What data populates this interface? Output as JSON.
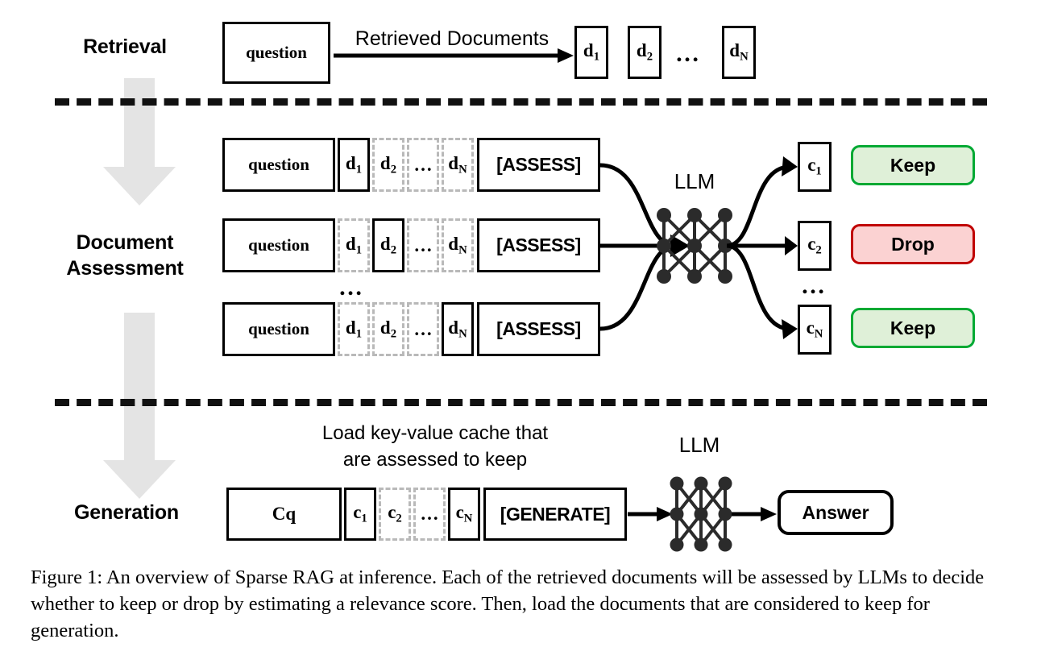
{
  "figure": {
    "caption": "Figure 1: An overview of Sparse RAG at inference. Each of the retrieved documents will be assessed by LLMs to decide whether to keep or drop by estimating a relevance score. Then, load the documents that are considered to keep for generation."
  },
  "colors": {
    "keep_fill": "#dff0d8",
    "keep_border": "#00a933",
    "drop_fill": "#fbd2d2",
    "drop_border": "#c00000",
    "gray_arrow": "#e4e4e4",
    "dashed_box": "#b9b9b9",
    "ink": "#000000"
  },
  "stages": {
    "retrieval": {
      "label": "Retrieval"
    },
    "assessment": {
      "label_line1": "Document",
      "label_line2": "Assessment"
    },
    "generation": {
      "label": "Generation"
    }
  },
  "retrieval_row": {
    "question": "question",
    "arrow_label": "Retrieved Documents",
    "docs": [
      "d",
      "d",
      "d"
    ],
    "doc_subs": [
      "1",
      "2",
      "N"
    ],
    "ellipsis": "…"
  },
  "assessment": {
    "llm_label": "LLM",
    "row_ellipsis": "…",
    "column_ellipsis": "…",
    "rows": [
      {
        "question": "question",
        "tokens": [
          {
            "base": "d",
            "sub": "1",
            "active": true
          },
          {
            "base": "d",
            "sub": "2",
            "active": false
          },
          {
            "base": "…",
            "sub": "",
            "active": false
          },
          {
            "base": "d",
            "sub": "N",
            "active": false
          }
        ],
        "assess": "[ASSESS]"
      },
      {
        "question": "question",
        "tokens": [
          {
            "base": "d",
            "sub": "1",
            "active": false
          },
          {
            "base": "d",
            "sub": "2",
            "active": true
          },
          {
            "base": "…",
            "sub": "",
            "active": false
          },
          {
            "base": "d",
            "sub": "N",
            "active": false
          }
        ],
        "assess": "[ASSESS]"
      },
      {
        "question": "question",
        "tokens": [
          {
            "base": "d",
            "sub": "1",
            "active": false
          },
          {
            "base": "d",
            "sub": "2",
            "active": false
          },
          {
            "base": "…",
            "sub": "",
            "active": false
          },
          {
            "base": "d",
            "sub": "N",
            "active": true
          }
        ],
        "assess": "[ASSESS]"
      }
    ],
    "outputs": [
      {
        "base": "c",
        "sub": "1",
        "decision": "Keep",
        "decision_type": "keep"
      },
      {
        "base": "c",
        "sub": "2",
        "decision": "Drop",
        "decision_type": "drop"
      },
      {
        "base": "c",
        "sub": "N",
        "decision": "Keep",
        "decision_type": "keep"
      }
    ]
  },
  "generation": {
    "note_line1": "Load key-value cache that",
    "note_line2": "are assessed to keep",
    "llm_label": "LLM",
    "cq": "Cq",
    "tokens": [
      {
        "base": "c",
        "sub": "1",
        "active": true
      },
      {
        "base": "c",
        "sub": "2",
        "active": false
      },
      {
        "base": "…",
        "sub": "",
        "active": false
      },
      {
        "base": "c",
        "sub": "N",
        "active": true
      }
    ],
    "generate": "[GENERATE]",
    "answer": "Answer"
  }
}
